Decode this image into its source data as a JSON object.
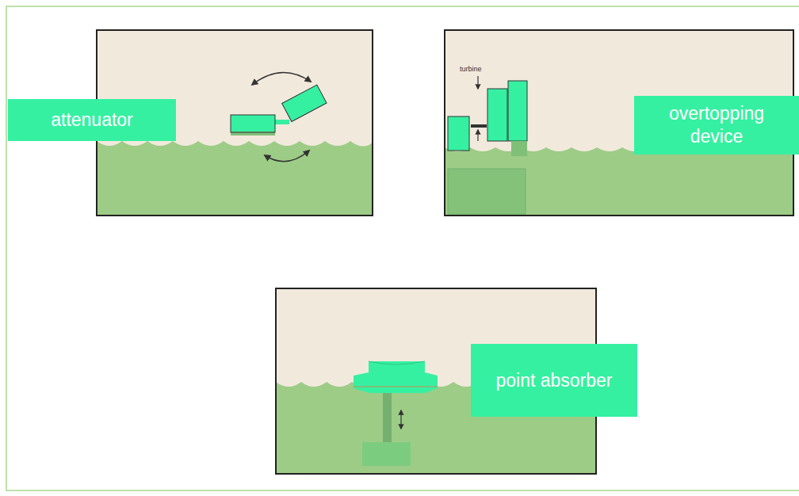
{
  "diagram": {
    "nodes": [
      {
        "text": [
          "attenuator"
        ]
      },
      {
        "text": [
          "overtopping device"
        ]
      },
      {
        "text": [
          "point absorber"
        ]
      }
    ],
    "labels": [
      "turbine"
    ]
  }
}
